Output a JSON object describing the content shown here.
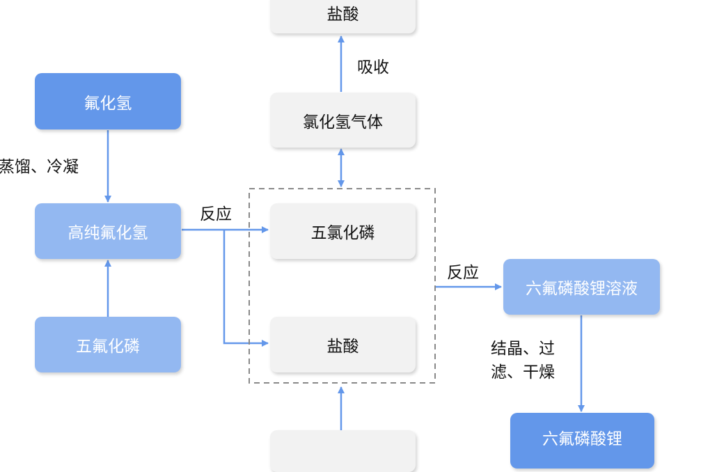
{
  "nodes": {
    "hcl_top": "盐酸",
    "hcl_gas": "氯化氢气体",
    "hf": "氟化氢",
    "hf_pure": "高纯氟化氢",
    "pf5": "五氟化磷",
    "pcl5": "五氯化磷",
    "hcl_mid": "盐酸",
    "lipf6_solution": "六氟磷酸锂溶液",
    "lipf6": "六氟磷酸锂",
    "bottom_center": ""
  },
  "labels": {
    "absorb": "吸收",
    "distill": "蒸馏、冷凝",
    "react1": "反应",
    "react2": "反应",
    "crystal_line1": "结晶、过",
    "crystal_line2": "滤、干燥"
  },
  "colors": {
    "dark_node": "#6397ea",
    "light_node": "#93b8f1",
    "gray_node": "#f2f2f2",
    "arrow": "#6397ea"
  }
}
